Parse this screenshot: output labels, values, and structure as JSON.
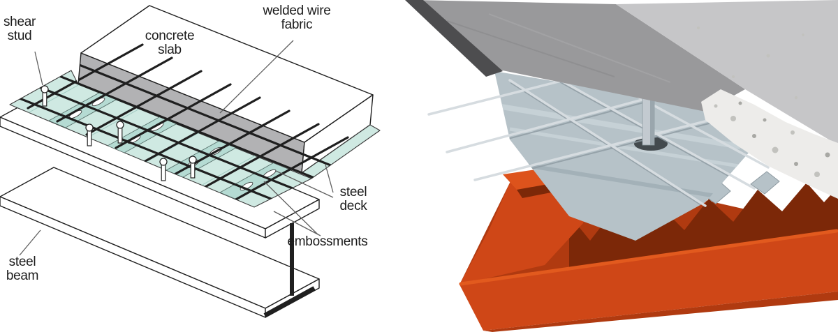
{
  "labels": {
    "shear_stud": "shear stud",
    "concrete_slab": "concrete slab",
    "welded_wire_fabric": "welded wire fabric",
    "steel_deck": "steel deck",
    "embossments": "embossments",
    "steel_beam": "steel beam"
  },
  "colors": {
    "bg": "#ffffff",
    "text": "#1b1b1b",
    "line": "#1f1f1f",
    "leader": "#5f5f5f",
    "deck-teal": "#cfe9e2",
    "deck-teal-dark": "#b5dbd3",
    "slab-gray": "#b2b2b4",
    "r-slab-top": "#c6c6c8",
    "r-slab-face": "#99999b",
    "r-slab-edge": "#4d4d4f",
    "r-rough": "#edecea",
    "r-deck": "#b6c2c8",
    "r-deck-dark": "#8d9aa1",
    "r-mesh": "#d6dce0",
    "r-stud": "#c3cad0",
    "r-beam": "#cf4717",
    "r-beam-mid": "#b03a10",
    "r-beam-dark": "#7c2808",
    "r-beam-bright": "#e25a1e"
  }
}
